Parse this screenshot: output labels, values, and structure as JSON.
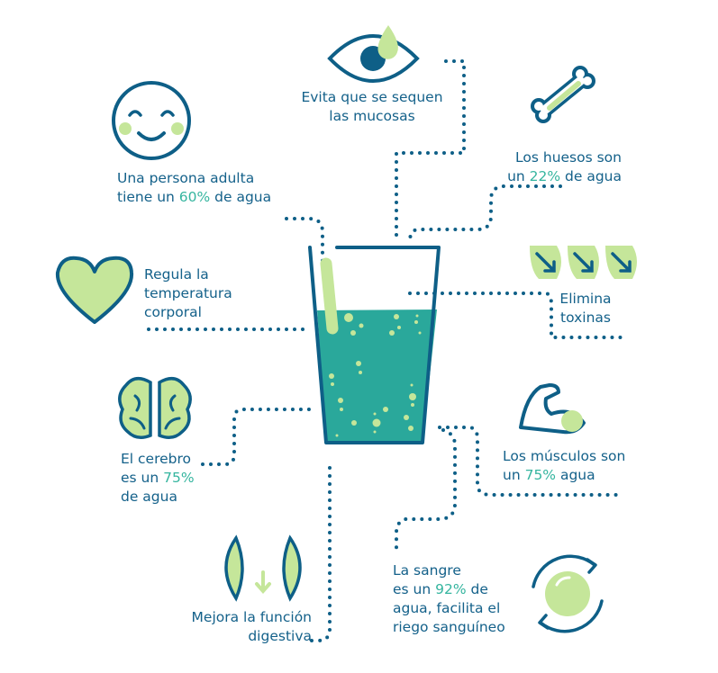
{
  "colors": {
    "dark": "#0e5f87",
    "teal": "#2aa89b",
    "light_green": "#c5e69a",
    "percent": "#35b59f"
  },
  "items": {
    "mucosas": {
      "line1": "Evita que se sequen",
      "line2": "las mucosas"
    },
    "adulta": {
      "line1": "Una persona adulta",
      "line2_pre": "tiene un ",
      "pct": "60%",
      "line2_post": " de agua"
    },
    "huesos": {
      "line1": "Los huesos son",
      "line2_pre": "un ",
      "pct": "22%",
      "line2_post": " de agua"
    },
    "temperatura": {
      "line1": "Regula la",
      "line2": "temperatura",
      "line3": "corporal"
    },
    "toxinas": {
      "line1": "Elimina",
      "line2": "toxinas"
    },
    "cerebro": {
      "line1": "El cerebro",
      "line2_pre": "es un ",
      "pct": "75%",
      "line3": "de agua"
    },
    "musculos": {
      "line1": "Los músculos son",
      "line2_pre": "un ",
      "pct": "75%",
      "line2_post": " agua"
    },
    "sangre": {
      "line1": "La sangre",
      "line2_pre": "es un ",
      "pct": "92%",
      "line2_post": " de",
      "line3": "agua, facilita el",
      "line4": "riego sanguíneo"
    },
    "digestiva": {
      "line1": "Mejora la función",
      "line2": "digestiva"
    }
  }
}
